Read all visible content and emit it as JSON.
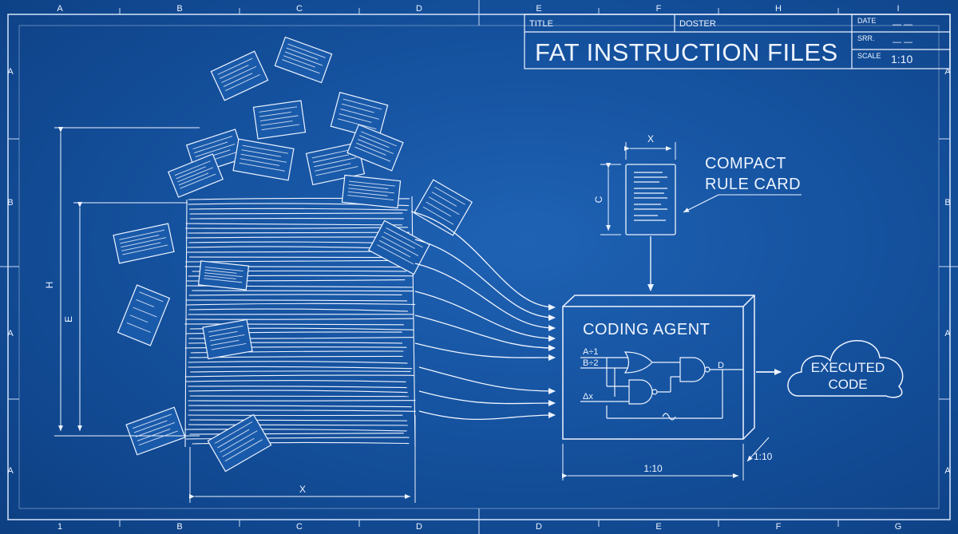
{
  "colors": {
    "background": "#15529f",
    "line": "#eef4ff",
    "frame": "#c9dbf5"
  },
  "border": {
    "top_letters": [
      "A",
      "B",
      "C",
      "D",
      "E",
      "F",
      "H",
      "I"
    ],
    "bottom_labels": [
      "1",
      "B",
      "C",
      "D",
      "D",
      "E",
      "F",
      "G"
    ],
    "side_letters": [
      "A",
      "B",
      "A",
      "A"
    ]
  },
  "title_block": {
    "title_label": "TITLE",
    "poster_label": "DOSTER",
    "title": "FAT INSTRUCTION FILES",
    "date_label": "DATE",
    "date_value": "— —",
    "srr_label": "SRR.",
    "srr_value": "— —",
    "scale_label": "SCALE",
    "scale_value": "1:10"
  },
  "pile": {
    "width_label": "X",
    "height_outer_label": "H",
    "height_inner_label": "E"
  },
  "card": {
    "label_line1": "COMPACT",
    "label_line2": "RULE CARD",
    "width_label": "X",
    "height_label": "C"
  },
  "agent": {
    "title": "CODING AGENT",
    "input_a": "A÷1",
    "input_b": "B÷2",
    "input_c": "Δx",
    "output": "D",
    "width_label": "1:10",
    "depth_label": "1:10"
  },
  "cloud": {
    "line1": "EXECUTED",
    "line2": "CODE"
  }
}
